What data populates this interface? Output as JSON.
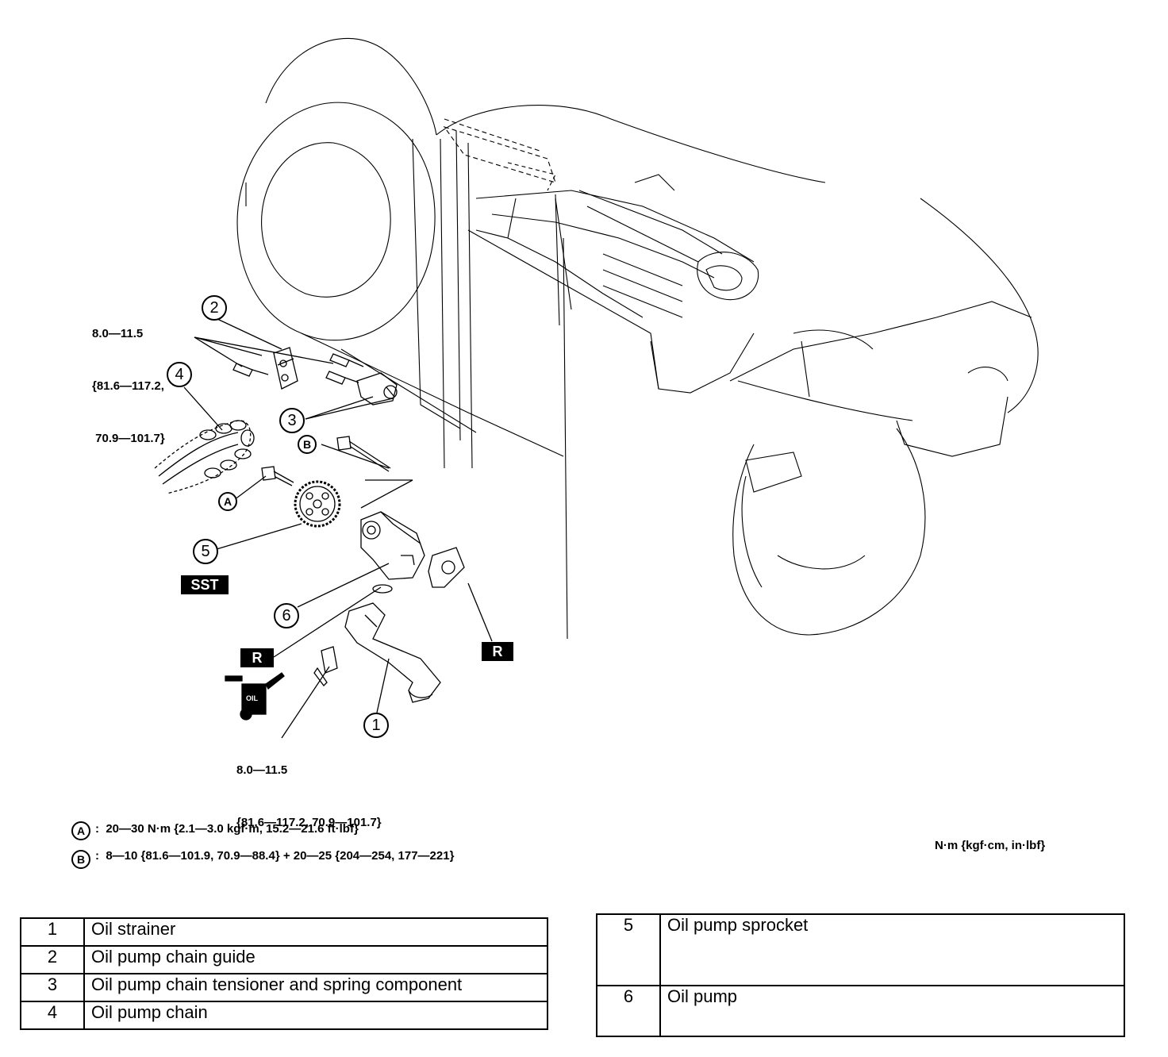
{
  "torque_labels": {
    "upper": [
      "8.0—11.5",
      "{81.6—117.2,",
      " 70.9—101.7}"
    ],
    "lower": [
      "8.0—11.5",
      "{81.6—117.2, 70.9—101.7}"
    ]
  },
  "callouts": [
    "1",
    "2",
    "3",
    "4",
    "5",
    "6"
  ],
  "letter_callouts": [
    "A",
    "B"
  ],
  "tags": {
    "sst": "SST",
    "r": "R"
  },
  "legend": {
    "a_key": "A",
    "a_text": ":  20—30 N·m {2.1—3.0 kgf·m, 15.2—21.6 ft·lbf}",
    "b_key": "B",
    "b_text": ":  8—10 {81.6—101.9, 70.9—88.4} + 20—25 {204—254, 177—221}",
    "units": "N·m {kgf·cm, in·lbf}"
  },
  "parts_left": [
    {
      "num": "1",
      "name": "Oil strainer"
    },
    {
      "num": "2",
      "name": "Oil pump chain guide"
    },
    {
      "num": "3",
      "name": "Oil pump chain tensioner and spring component"
    },
    {
      "num": "4",
      "name": "Oil pump chain"
    }
  ],
  "parts_right": [
    {
      "num": "5",
      "name": "Oil pump sprocket"
    },
    {
      "num": "6",
      "name": "Oil pump"
    }
  ],
  "oil_icon_text": "OIL"
}
